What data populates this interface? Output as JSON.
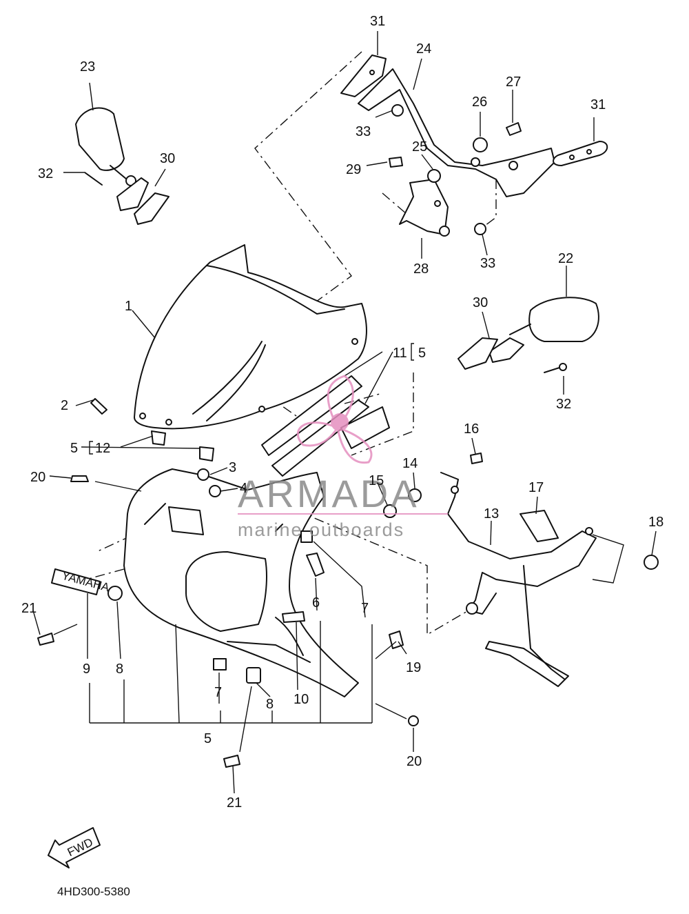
{
  "diagram_code": "4HD300-5380",
  "fwd_label": "FWD",
  "yamaha_label": "YAMAHA",
  "watermark": {
    "brand": "ARMADA",
    "tagline": "marine outboards",
    "pink": "#e58fbf",
    "gray": "#8a8a8a"
  },
  "callouts": {
    "c31a": "31",
    "c24": "24",
    "c23": "23",
    "c27": "27",
    "c26": "26",
    "c31b": "31",
    "c33a": "33",
    "c25": "25",
    "c29": "29",
    "c30a": "30",
    "c32a": "32",
    "c28": "28",
    "c33b": "33",
    "c22": "22",
    "c1": "1",
    "c30b": "30",
    "c11": "11",
    "c5a": "5",
    "c2": "2",
    "c32b": "32",
    "c16": "16",
    "c5b": "5",
    "c12": "12",
    "c3": "3",
    "c14": "14",
    "c20a": "20",
    "c4": "4",
    "c15": "15",
    "c17": "17",
    "c13": "13",
    "c18": "18",
    "c21a": "21",
    "c6": "6",
    "c7a": "7",
    "c9": "9",
    "c8a": "8",
    "c19": "19",
    "c7b": "7",
    "c10": "10",
    "c8b": "8",
    "c5c": "5",
    "c20b": "20",
    "c21b": "21"
  }
}
